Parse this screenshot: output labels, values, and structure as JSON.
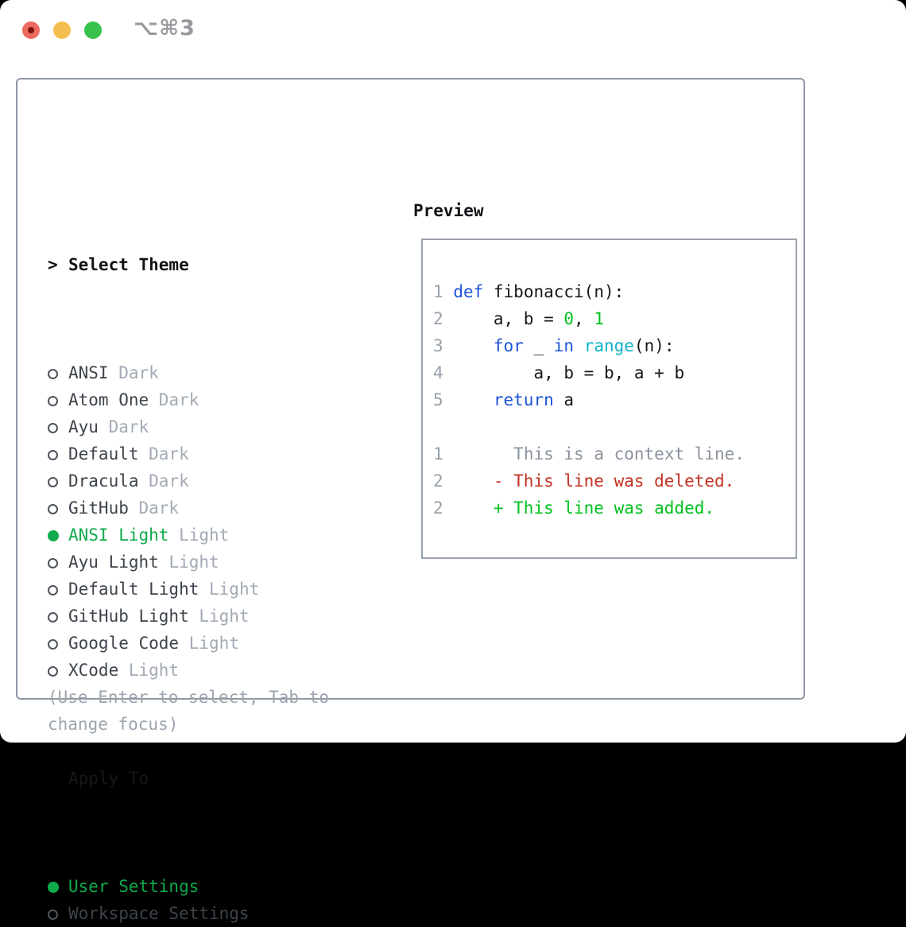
{
  "titlebar": {
    "shortcut": "⌥⌘3",
    "lights": [
      {
        "name": "close",
        "color": "#ee6a5f"
      },
      {
        "name": "minimize",
        "color": "#f5bf4f"
      },
      {
        "name": "zoom",
        "color": "#38c24d"
      }
    ]
  },
  "theme_picker": {
    "prompt": ">",
    "title": "Select Theme",
    "items": [
      {
        "name": "ANSI",
        "variant": "Dark",
        "selected": false
      },
      {
        "name": "Atom One",
        "variant": "Dark",
        "selected": false
      },
      {
        "name": "Ayu",
        "variant": "Dark",
        "selected": false
      },
      {
        "name": "Default",
        "variant": "Dark",
        "selected": false
      },
      {
        "name": "Dracula",
        "variant": "Dark",
        "selected": false
      },
      {
        "name": "GitHub",
        "variant": "Dark",
        "selected": false
      },
      {
        "name": "ANSI Light",
        "variant": "Light",
        "selected": true
      },
      {
        "name": "Ayu Light",
        "variant": "Light",
        "selected": false
      },
      {
        "name": "Default Light",
        "variant": "Light",
        "selected": false
      },
      {
        "name": "GitHub Light",
        "variant": "Light",
        "selected": false
      },
      {
        "name": "Google Code",
        "variant": "Light",
        "selected": false
      },
      {
        "name": "XCode",
        "variant": "Light",
        "selected": false
      }
    ]
  },
  "apply_to": {
    "title": "Apply To",
    "options": [
      {
        "label": "User Settings",
        "selected": true
      },
      {
        "label": "Workspace Settings",
        "selected": false
      }
    ]
  },
  "footer_hint": "(Use Enter to select, Tab to change focus)",
  "preview": {
    "title": "Preview",
    "lines": [
      {
        "segments": [
          {
            "t": "1",
            "s": "lineno"
          },
          {
            "t": " ",
            "s": "plain"
          },
          {
            "t": "def",
            "s": "keyword"
          },
          {
            "t": " fibonacci(n):",
            "s": "plain"
          }
        ]
      },
      {
        "segments": [
          {
            "t": "2",
            "s": "lineno"
          },
          {
            "t": "     a, b = ",
            "s": "plain"
          },
          {
            "t": "0",
            "s": "number"
          },
          {
            "t": ", ",
            "s": "plain"
          },
          {
            "t": "1",
            "s": "number"
          }
        ]
      },
      {
        "segments": [
          {
            "t": "3",
            "s": "lineno"
          },
          {
            "t": "     ",
            "s": "plain"
          },
          {
            "t": "for",
            "s": "keyword"
          },
          {
            "t": " _ ",
            "s": "plain"
          },
          {
            "t": "in",
            "s": "keyword"
          },
          {
            "t": " ",
            "s": "plain"
          },
          {
            "t": "range",
            "s": "builtin"
          },
          {
            "t": "(n):",
            "s": "plain"
          }
        ]
      },
      {
        "segments": [
          {
            "t": "4",
            "s": "lineno"
          },
          {
            "t": "         a, b = b, a + b",
            "s": "plain"
          }
        ]
      },
      {
        "segments": [
          {
            "t": "5",
            "s": "lineno"
          },
          {
            "t": "     ",
            "s": "plain"
          },
          {
            "t": "return",
            "s": "keyword"
          },
          {
            "t": " a",
            "s": "plain"
          }
        ]
      },
      {
        "segments": []
      },
      {
        "segments": [
          {
            "t": "1",
            "s": "lineno"
          },
          {
            "t": "       ",
            "s": "plain"
          },
          {
            "t": "This is a context line.",
            "s": "context"
          }
        ]
      },
      {
        "segments": [
          {
            "t": "2",
            "s": "lineno"
          },
          {
            "t": "     ",
            "s": "plain"
          },
          {
            "t": "- This line was deleted.",
            "s": "deleted"
          }
        ]
      },
      {
        "segments": [
          {
            "t": "2",
            "s": "lineno"
          },
          {
            "t": "     ",
            "s": "plain"
          },
          {
            "t": "+ This line was added.",
            "s": "added"
          }
        ]
      }
    ]
  },
  "colors": {
    "accent_green": "#0fab4c",
    "code_green": "#02c11d",
    "deleted_red": "#c43122",
    "keyword_blue": "#1d55d9",
    "builtin_cyan": "#10b2c7",
    "muted_gray": "#9ba4af",
    "border_gray": "#8e96a3"
  }
}
